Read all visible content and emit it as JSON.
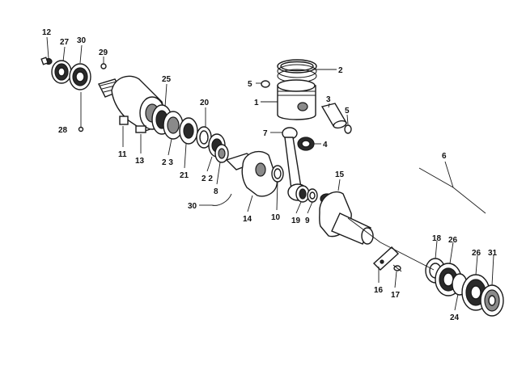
{
  "diagram": {
    "labels": [
      {
        "id": "l12",
        "text": "12"
      },
      {
        "id": "l27",
        "text": "27"
      },
      {
        "id": "l30a",
        "text": "30"
      },
      {
        "id": "l29",
        "text": "29"
      },
      {
        "id": "l25",
        "text": "25"
      },
      {
        "id": "l20",
        "text": "20"
      },
      {
        "id": "l28",
        "text": "28"
      },
      {
        "id": "l11",
        "text": "11"
      },
      {
        "id": "l13",
        "text": "13"
      },
      {
        "id": "l23",
        "text": "2 3"
      },
      {
        "id": "l21",
        "text": "21"
      },
      {
        "id": "l22",
        "text": "2 2"
      },
      {
        "id": "l8",
        "text": "8"
      },
      {
        "id": "l2",
        "text": "2"
      },
      {
        "id": "l5a",
        "text": "5"
      },
      {
        "id": "l1",
        "text": "1"
      },
      {
        "id": "l3",
        "text": "3"
      },
      {
        "id": "l5b",
        "text": "5"
      },
      {
        "id": "l7",
        "text": "7"
      },
      {
        "id": "l4",
        "text": "4"
      },
      {
        "id": "l6",
        "text": "6"
      },
      {
        "id": "l15",
        "text": "15"
      },
      {
        "id": "l30b",
        "text": "30"
      },
      {
        "id": "l14",
        "text": "14"
      },
      {
        "id": "l10",
        "text": "10"
      },
      {
        "id": "l19",
        "text": "19"
      },
      {
        "id": "l9",
        "text": "9"
      },
      {
        "id": "l18",
        "text": "18"
      },
      {
        "id": "l26a",
        "text": "26"
      },
      {
        "id": "l26b",
        "text": "26"
      },
      {
        "id": "l31",
        "text": "31"
      },
      {
        "id": "l16",
        "text": "16"
      },
      {
        "id": "l17",
        "text": "17"
      },
      {
        "id": "l24",
        "text": "24"
      }
    ]
  }
}
